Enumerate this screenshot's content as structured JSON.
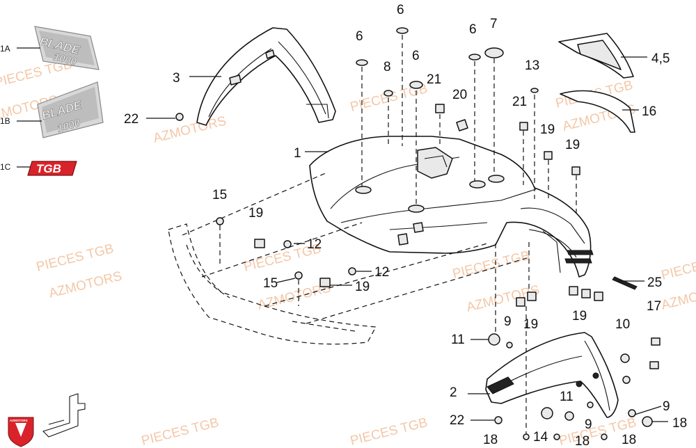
{
  "callouts": {
    "c1A": "1A",
    "c1B": "1B",
    "c1C": "1C",
    "c1": "1",
    "c2": "2",
    "c3": "3",
    "c45": "4,5",
    "c6a": "6",
    "c6b": "6",
    "c6c": "6",
    "c6d": "6",
    "c7": "7",
    "c8": "8",
    "c9a": "9",
    "c9b": "9",
    "c9c": "9",
    "c10": "10",
    "c11a": "11",
    "c11b": "11",
    "c12a": "12",
    "c12b": "12",
    "c13": "13",
    "c14": "14",
    "c15a": "15",
    "c15b": "15",
    "c16": "16",
    "c17": "17",
    "c18a": "18",
    "c18b": "18",
    "c18c": "18",
    "c18d": "18",
    "c19a": "19",
    "c19b": "19",
    "c19c": "19",
    "c19d": "19",
    "c19e": "19",
    "c19f": "19",
    "c20": "20",
    "c21a": "21",
    "c21b": "21",
    "c22a": "22",
    "c22b": "22",
    "c25": "25"
  },
  "decals": {
    "blade_text": "BLADE",
    "model_text": "1000",
    "brand_text": "TGB"
  },
  "watermarks": {
    "pieces_tgb": "PIECES TGB",
    "azmotors": "AZMOTORS"
  },
  "logo": {
    "text": "AZMOTORS"
  },
  "colors": {
    "line": "#111111",
    "watermark": "#f0b58a",
    "brand_red": "#d9232a"
  }
}
